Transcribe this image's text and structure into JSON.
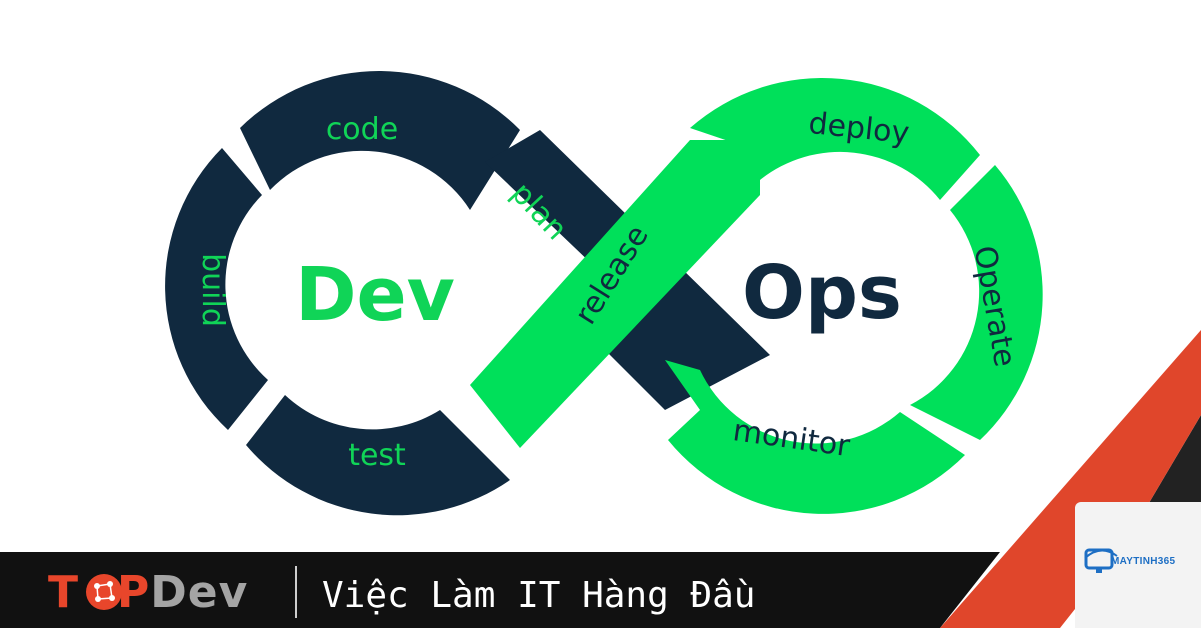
{
  "diagram": {
    "center_left": "Dev",
    "center_right": "Ops",
    "segments": {
      "code": "code",
      "plan": "plan",
      "build": "build",
      "test": "test",
      "release": "release",
      "deploy": "deploy",
      "operate": "Operate",
      "monitor": "monitor"
    }
  },
  "footer": {
    "brand_t": "T",
    "brand_p": "P",
    "brand_dev": "Dev",
    "tagline": "Việc Làm IT Hàng Đầu"
  },
  "badge": {
    "title": "MAYTINH365"
  },
  "colors": {
    "dark": "#10293f",
    "green": "#00e05a",
    "green_text": "#10d457",
    "accent_red": "#e0462b",
    "footer_bg": "#111111"
  }
}
